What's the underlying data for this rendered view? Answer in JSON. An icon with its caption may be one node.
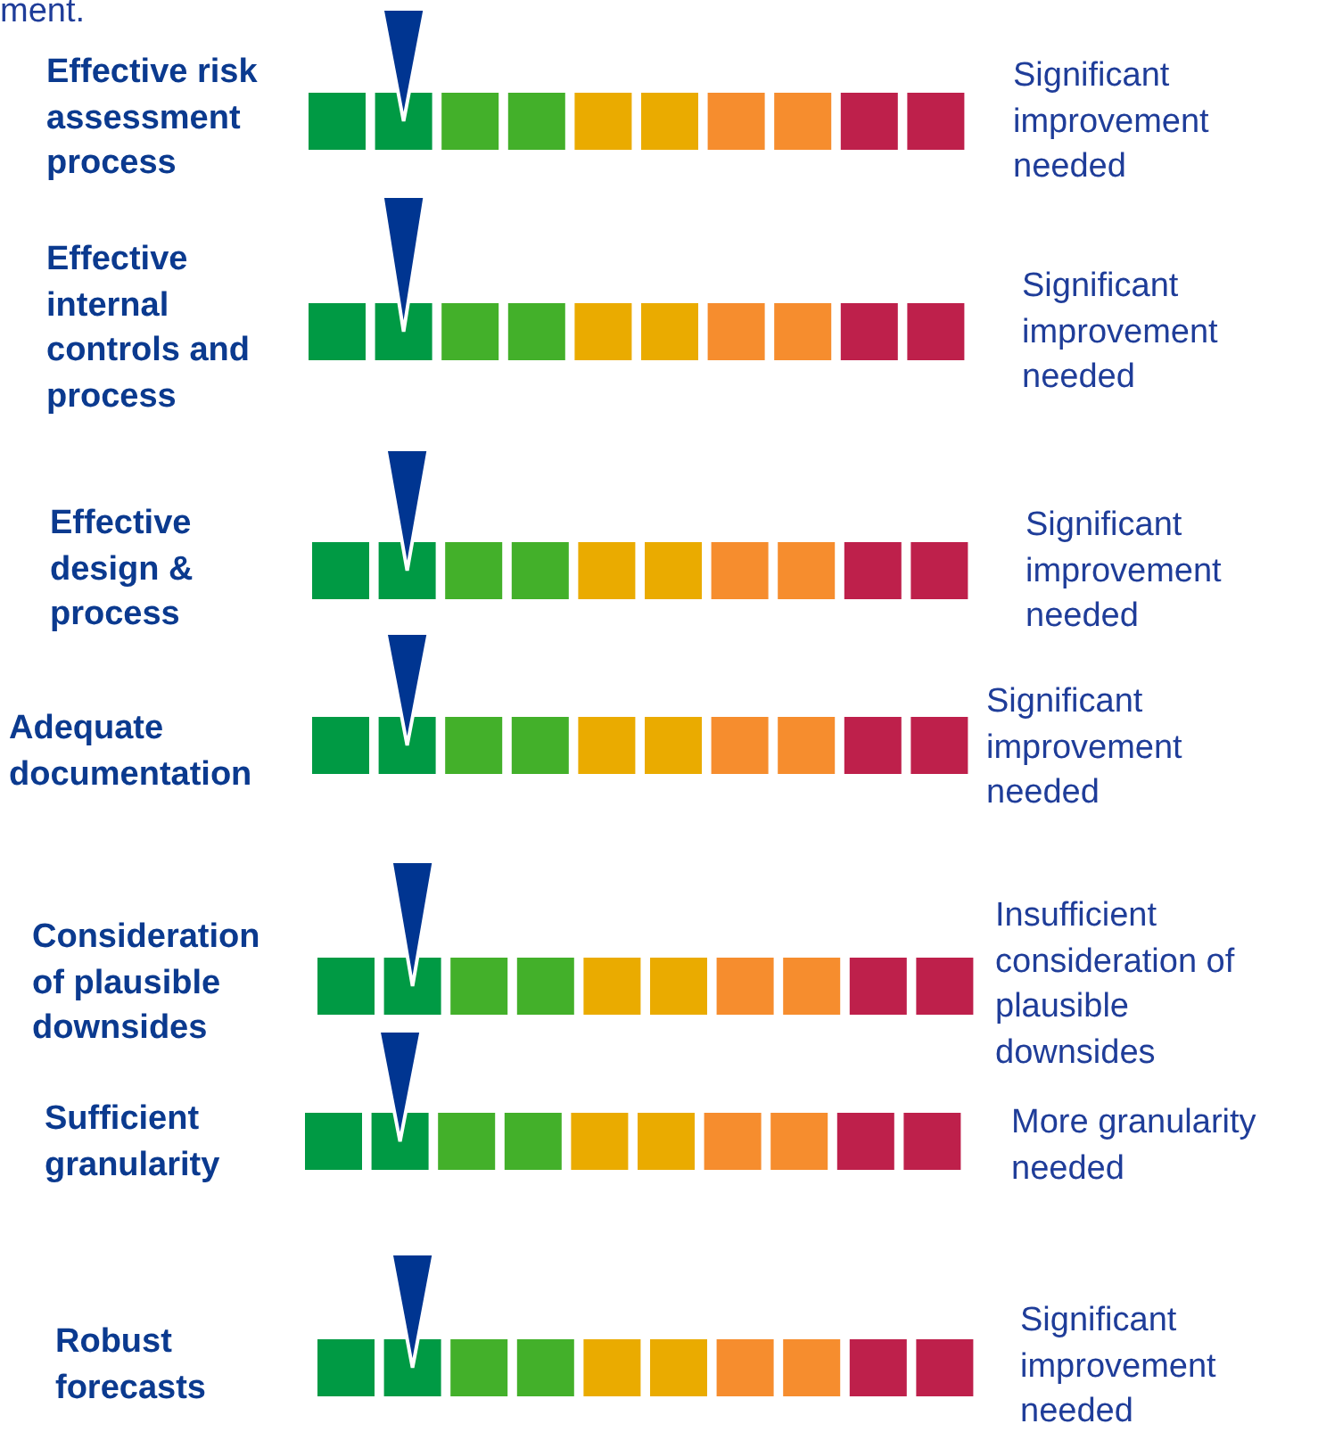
{
  "diagram": {
    "labels": [
      "ment.",
      "Effective risk assessment process",
      "Significant improvement needed",
      "Effective internal controls and process",
      "Significant improvement needed",
      "Effective design & process",
      "Significant improvement needed",
      "Adequate documentation",
      "Significant improvement needed",
      "Consideration of plausible downsides",
      "Insufficient consideration of plausible downsides",
      "Sufficient granularity",
      "More granularity needed",
      "Robust forecasts",
      "Significant improvement needed"
    ]
  }
}
